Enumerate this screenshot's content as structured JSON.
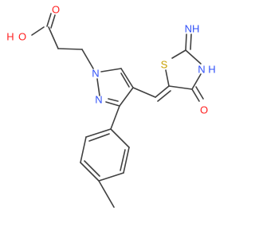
{
  "diagram": {
    "kind": "chemical-structure",
    "atoms": {
      "hydroxyl_H": "H",
      "hydroxyl_O": "O",
      "carbonyl_O": "O",
      "pyrazole_N1": "N",
      "pyrazole_N2": "N",
      "thiazole_S": "S",
      "imine": "NH",
      "ring_NH_N": "N",
      "ring_NH_H": "H",
      "keto_O": "O"
    },
    "colors": {
      "bond": "#404040",
      "oxygen": "#ff2020",
      "nitrogen": "#3050f8",
      "sulfur": "#c8a000",
      "background": "#ffffff"
    }
  }
}
